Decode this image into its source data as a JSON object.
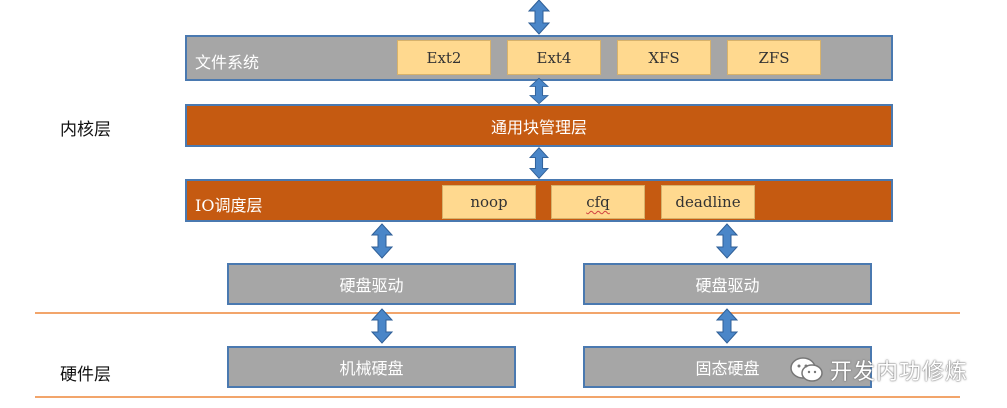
{
  "labels": {
    "kernel_layer": "内核层",
    "hardware_layer": "硬件层"
  },
  "filesystem": {
    "title": "文件系统",
    "items": [
      "Ext2",
      "Ext4",
      "XFS",
      "ZFS"
    ]
  },
  "block_layer": {
    "title": "通用块管理层"
  },
  "io_scheduler": {
    "title": "IO调度层",
    "items": [
      "noop",
      "cfq",
      "deadline"
    ]
  },
  "drivers": [
    "硬盘驱动",
    "硬盘驱动"
  ],
  "disks": [
    "机械硬盘",
    "固态硬盘"
  ],
  "watermark": {
    "text": "开发内功修炼"
  },
  "colors": {
    "gray_bar": "#a6a6a6",
    "orange_bar": "#c55a11",
    "chip": "#ffd98f",
    "arrow": "#4a86c8",
    "divider": "#f2a56b"
  }
}
